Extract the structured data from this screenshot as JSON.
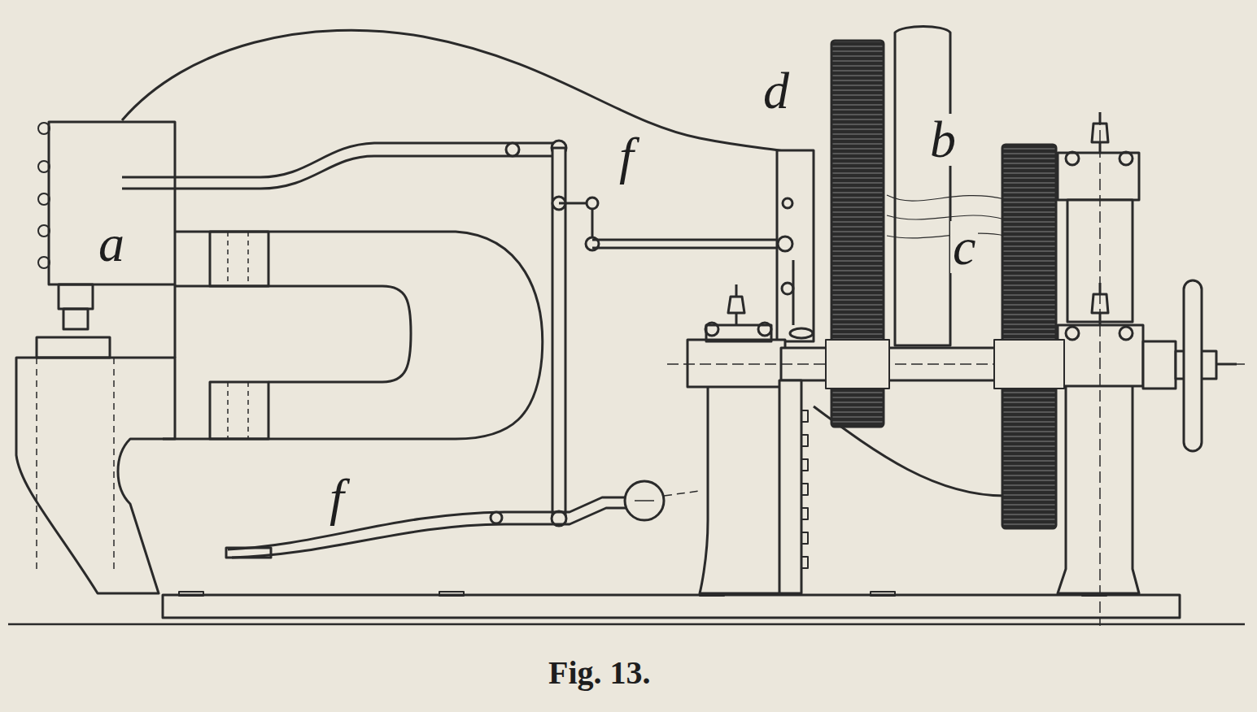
{
  "diagram": {
    "caption": "Fig. 13.",
    "labels": [
      "d",
      "b",
      "f",
      "c",
      "a",
      "f"
    ]
  }
}
